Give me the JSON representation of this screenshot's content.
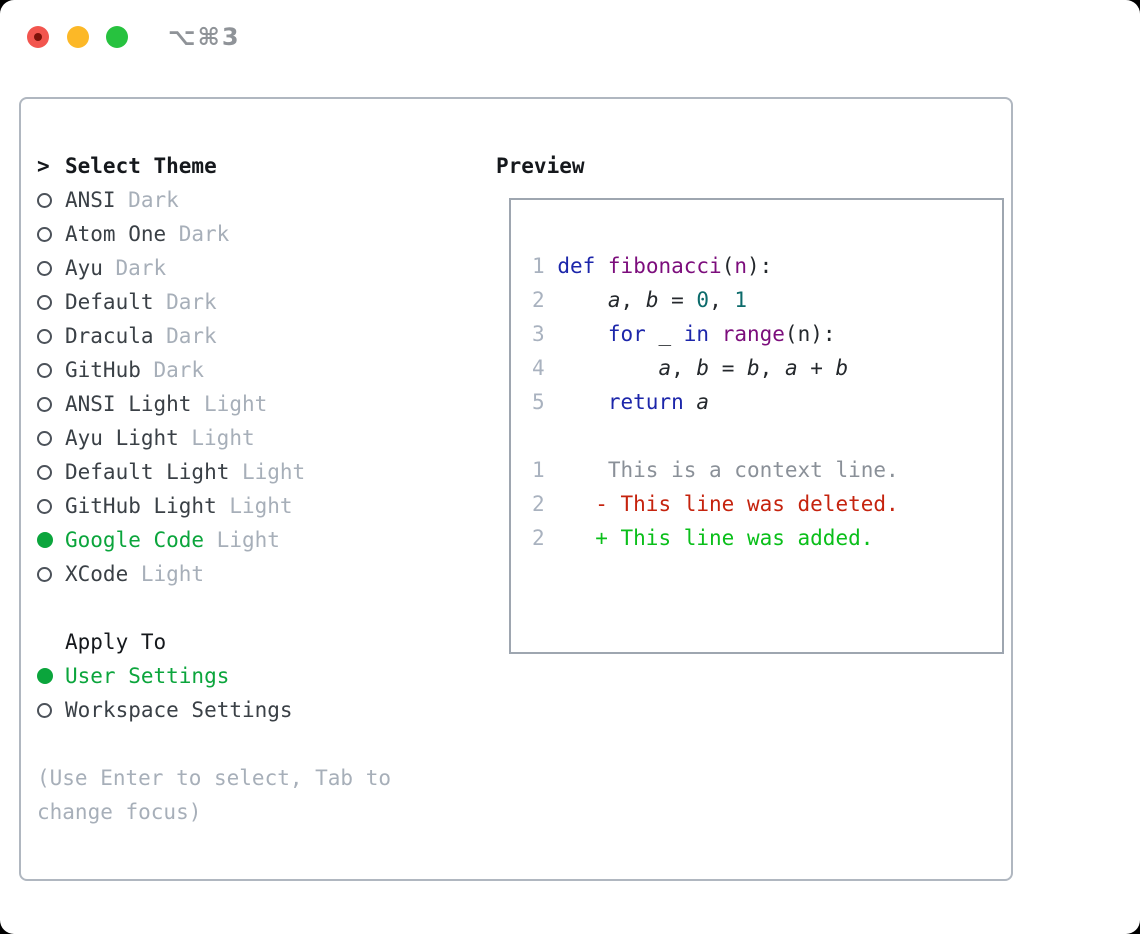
{
  "window": {
    "title": "⌥⌘3"
  },
  "colors": {
    "tl_close": "#f2554e",
    "tl_close_inner": "#7d120a",
    "tl_min": "#fcb827",
    "tl_zoom": "#27c23f",
    "titlebar_text": "#8f9398",
    "panel_border": "#b0b7c0",
    "preview_border": "#9ea6b0",
    "accent_green": "#0ba53c",
    "text_primary": "#15181c",
    "text_secondary": "#3a4046",
    "muted_gray": "#a7afb9",
    "marker_gray": "#4c525a",
    "line_number": "#a9b2bf",
    "keyword_blue": "#1c26aa",
    "function_purple": "#7c0d7c",
    "literal_teal": "#0c6b6b",
    "code_plain": "#24282c",
    "diff_context": "#8a9098",
    "diff_deleted": "#c5230e",
    "diff_added": "#0abf1a"
  },
  "theme_picker": {
    "prompt": ">",
    "header": "Select Theme",
    "themes": [
      {
        "name": "ANSI",
        "tag": "Dark",
        "selected": false
      },
      {
        "name": "Atom One",
        "tag": "Dark",
        "selected": false
      },
      {
        "name": "Ayu",
        "tag": "Dark",
        "selected": false
      },
      {
        "name": "Default",
        "tag": "Dark",
        "selected": false
      },
      {
        "name": "Dracula",
        "tag": "Dark",
        "selected": false
      },
      {
        "name": "GitHub",
        "tag": "Dark",
        "selected": false
      },
      {
        "name": "ANSI Light",
        "tag": "Light",
        "selected": false
      },
      {
        "name": "Ayu Light",
        "tag": "Light",
        "selected": false
      },
      {
        "name": "Default Light",
        "tag": "Light",
        "selected": false
      },
      {
        "name": "GitHub Light",
        "tag": "Light",
        "selected": false
      },
      {
        "name": "Google Code",
        "tag": "Light",
        "selected": true
      },
      {
        "name": "XCode",
        "tag": "Light",
        "selected": false
      }
    ],
    "apply_to": {
      "header": "Apply To",
      "options": [
        {
          "label": "User Settings",
          "selected": true
        },
        {
          "label": "Workspace Settings",
          "selected": false
        }
      ]
    },
    "hint_lines": [
      "(Use Enter to select, Tab to",
      "change focus)"
    ]
  },
  "preview": {
    "header": "Preview",
    "code_lines": [
      {
        "num": "1",
        "segs": [
          [
            "p",
            " "
          ],
          [
            "k",
            "def"
          ],
          [
            "p",
            " "
          ],
          [
            "f",
            "fibonacci"
          ],
          [
            "p",
            "("
          ],
          [
            "f",
            "n"
          ],
          [
            "p",
            "):"
          ]
        ]
      },
      {
        "num": "2",
        "segs": [
          [
            "p",
            "     "
          ],
          [
            "v",
            "a"
          ],
          [
            "p",
            ", "
          ],
          [
            "v",
            "b"
          ],
          [
            "p",
            " = "
          ],
          [
            "l",
            "0"
          ],
          [
            "p",
            ", "
          ],
          [
            "l",
            "1"
          ]
        ]
      },
      {
        "num": "3",
        "segs": [
          [
            "p",
            "     "
          ],
          [
            "k",
            "for"
          ],
          [
            "p",
            " _ "
          ],
          [
            "k",
            "in"
          ],
          [
            "p",
            " "
          ],
          [
            "f",
            "range"
          ],
          [
            "p",
            "(n):"
          ]
        ]
      },
      {
        "num": "4",
        "segs": [
          [
            "p",
            "         "
          ],
          [
            "v",
            "a"
          ],
          [
            "p",
            ", "
          ],
          [
            "v",
            "b"
          ],
          [
            "p",
            " = "
          ],
          [
            "v",
            "b"
          ],
          [
            "p",
            ", "
          ],
          [
            "v",
            "a"
          ],
          [
            "p",
            " + "
          ],
          [
            "v",
            "b"
          ]
        ]
      },
      {
        "num": "5",
        "segs": [
          [
            "p",
            "     "
          ],
          [
            "k",
            "return"
          ],
          [
            "p",
            " "
          ],
          [
            "v",
            "a"
          ]
        ]
      }
    ],
    "diff_lines": [
      {
        "num": "1",
        "kind": "context",
        "text": "     This is a context line."
      },
      {
        "num": "2",
        "kind": "deleted",
        "text": "    - This line was deleted."
      },
      {
        "num": "2",
        "kind": "added",
        "text": "    + This line was added."
      }
    ]
  }
}
